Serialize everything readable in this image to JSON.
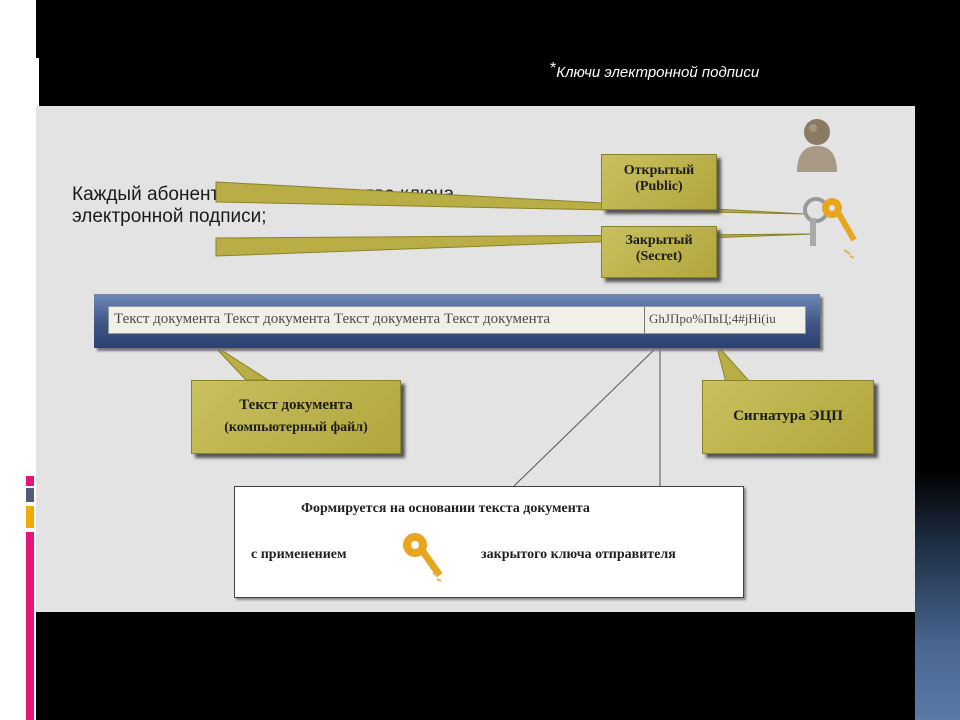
{
  "slide": {
    "title_prefix": "*",
    "title": "Ключи электронной подписи"
  },
  "diagram": {
    "heading_line1": "Каждый абонент системы имеет два ключа",
    "heading_line2": "электронной подписи;",
    "public_key": {
      "line1": "Открытый",
      "line2": "(Public)"
    },
    "secret_key": {
      "line1": "Закрытый",
      "line2": "(Secret)"
    },
    "document_bar": {
      "text": "Текст документа Текст документа Текст документа Текст документа",
      "signature": "GhJПро%ПвЦ;4#jHi(iu"
    },
    "doc_callout": {
      "line1": "Текст документа",
      "line2": "(компьютерный файл)"
    },
    "sig_callout": "Сигнатура ЭЦП",
    "info_box": {
      "line1": "Формируется на основании текста документа",
      "line2_left": "с применением",
      "line2_right": "закрытого ключа отправителя"
    }
  },
  "colors": {
    "callout": "#b9ae46",
    "bar": "#3d5686",
    "panel": "#e3e3e3"
  }
}
